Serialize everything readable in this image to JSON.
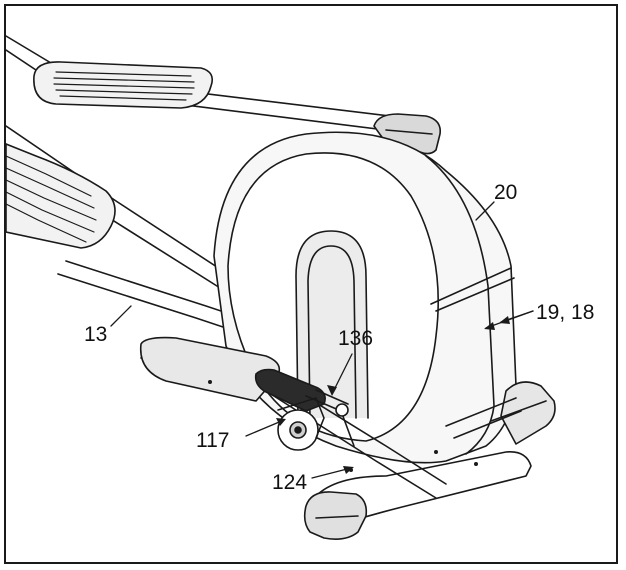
{
  "callouts": {
    "part_20": "20",
    "part_19_18": "19, 18",
    "part_13": "13",
    "part_136": "136",
    "part_117": "117",
    "part_124": "124"
  },
  "colors": {
    "line": "#1a1a1a",
    "light_fill": "#f2f2f2",
    "mid_fill": "#d9d9d9",
    "dark_fill": "#2b2b2b"
  }
}
